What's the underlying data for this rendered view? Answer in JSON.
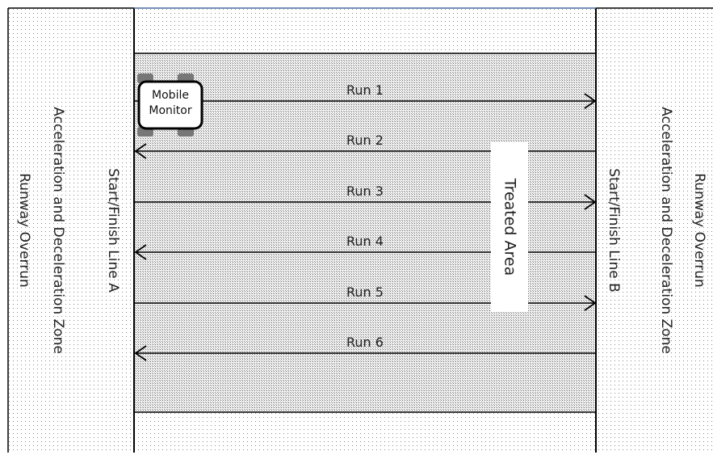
{
  "left_overrun_label": "Runway Overrun",
  "left_zone_label": "Acceleration and Deceleration Zone",
  "start_finish_a_label": "Start/Finish Line A",
  "start_finish_b_label": "Start/Finish Line B",
  "right_zone_label": "Acceleration and Deceleration Zone",
  "right_overrun_label": "Runway Overrun",
  "treated_area_label": "Treated Area",
  "mobile_monitor": {
    "line1": "Mobile",
    "line2": "Monitor"
  },
  "runs": [
    {
      "label": "Run 1",
      "direction": "right"
    },
    {
      "label": "Run 2",
      "direction": "left"
    },
    {
      "label": "Run 3",
      "direction": "right"
    },
    {
      "label": "Run 4",
      "direction": "left"
    },
    {
      "label": "Run 5",
      "direction": "right"
    },
    {
      "label": "Run 6",
      "direction": "left"
    }
  ]
}
